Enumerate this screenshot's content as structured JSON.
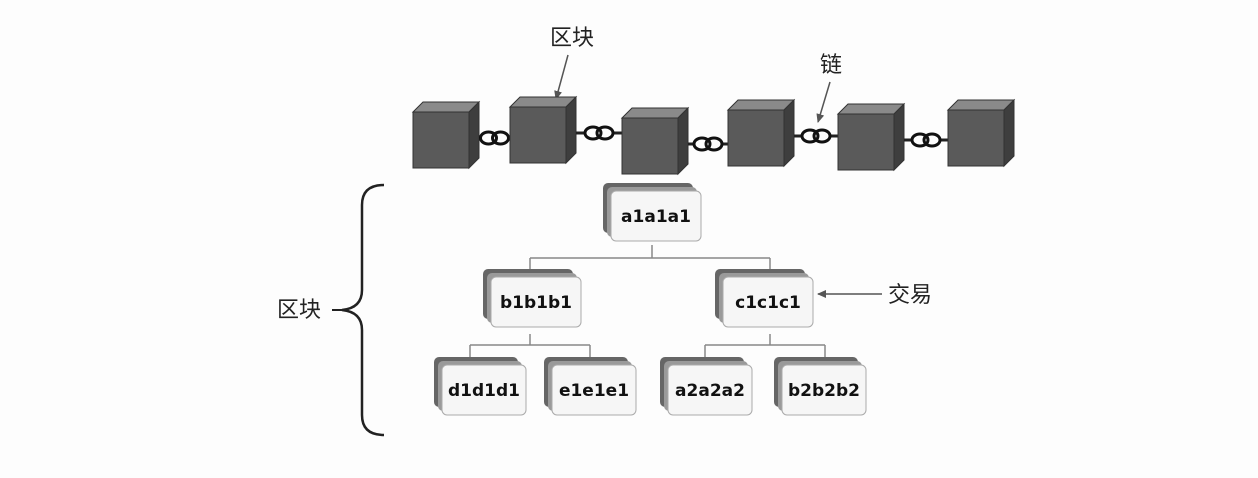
{
  "labels": {
    "block_top": "区块",
    "chain": "链",
    "block_left": "区块",
    "transaction": "交易"
  },
  "tree": {
    "root": "a1a1a1",
    "level2": [
      "b1b1b1",
      "c1c1c1"
    ],
    "level3": [
      "d1d1d1",
      "e1e1e1",
      "a2a2a2",
      "b2b2b2"
    ]
  },
  "colors": {
    "cube_front": "#5a5a5a",
    "cube_top": "#8a8a8a",
    "cube_side": "#3e3e3e",
    "node_bg": "#f6f6f6",
    "node_shadow": "#666666",
    "line": "#888888"
  }
}
